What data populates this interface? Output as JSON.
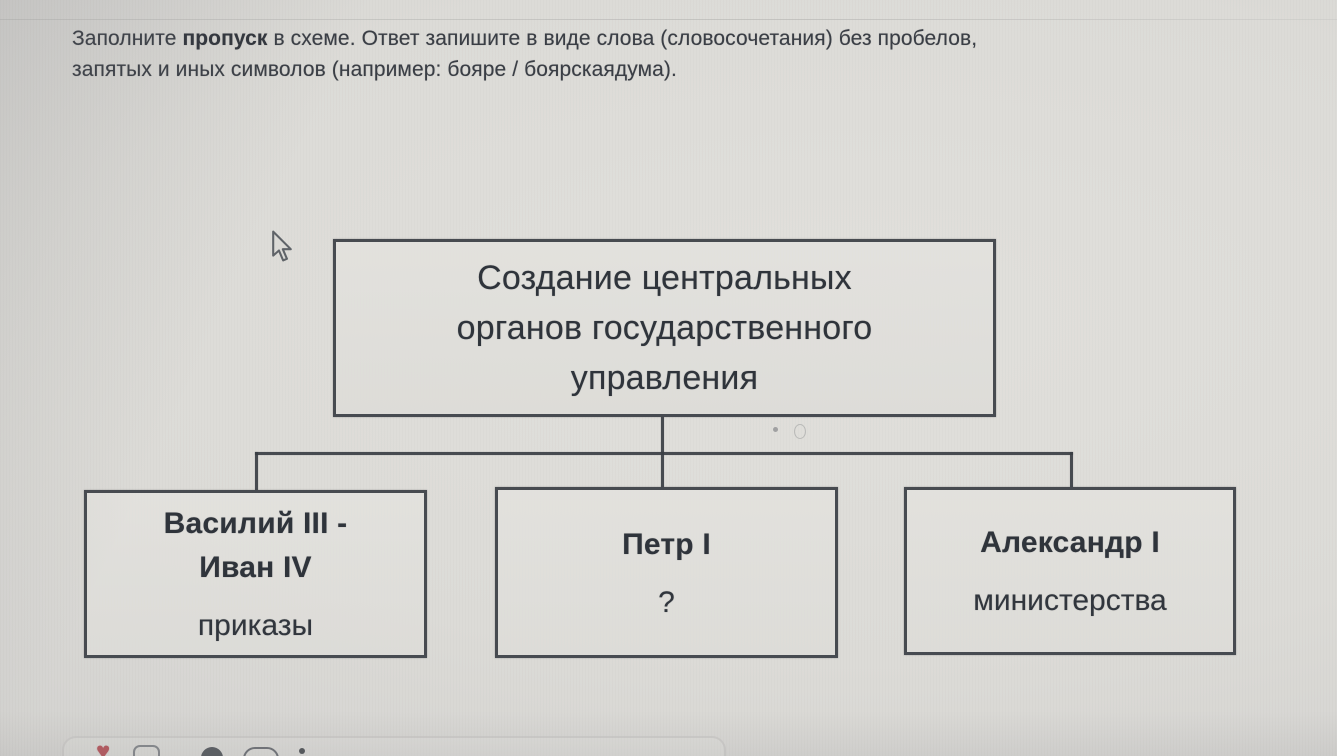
{
  "question": {
    "line1_prefix": "Заполните ",
    "line1_bold": "пропуск",
    "line1_rest": " в схеме. Ответ запишите в виде слова (словосочетания) без пробелов,",
    "line2": "запятых и иных символов (например: бояре / боярскаядума)."
  },
  "diagram": {
    "root_box": {
      "lines": [
        "Создание центральных",
        "органов государственного",
        "управления"
      ]
    },
    "boxes": [
      {
        "title_lines": [
          "Василий III -",
          "Иван IV"
        ],
        "value": "приказы"
      },
      {
        "title_lines": [
          "Петр I"
        ],
        "value": "?"
      },
      {
        "title_lines": [
          "Александр I"
        ],
        "value": "министерства"
      }
    ]
  },
  "icons": {
    "cursor": "arrow-cursor-icon",
    "bottom_toolbar": [
      "heart-icon",
      "frame-icon",
      "circle-icon",
      "cloud-icon",
      "dot-icon"
    ],
    "heart_glyph": "♥"
  },
  "colors": {
    "background": "#dcdbd7",
    "ink": "#2f343b",
    "box_border": "#3a3e44",
    "accent_red": "#b4585e"
  }
}
